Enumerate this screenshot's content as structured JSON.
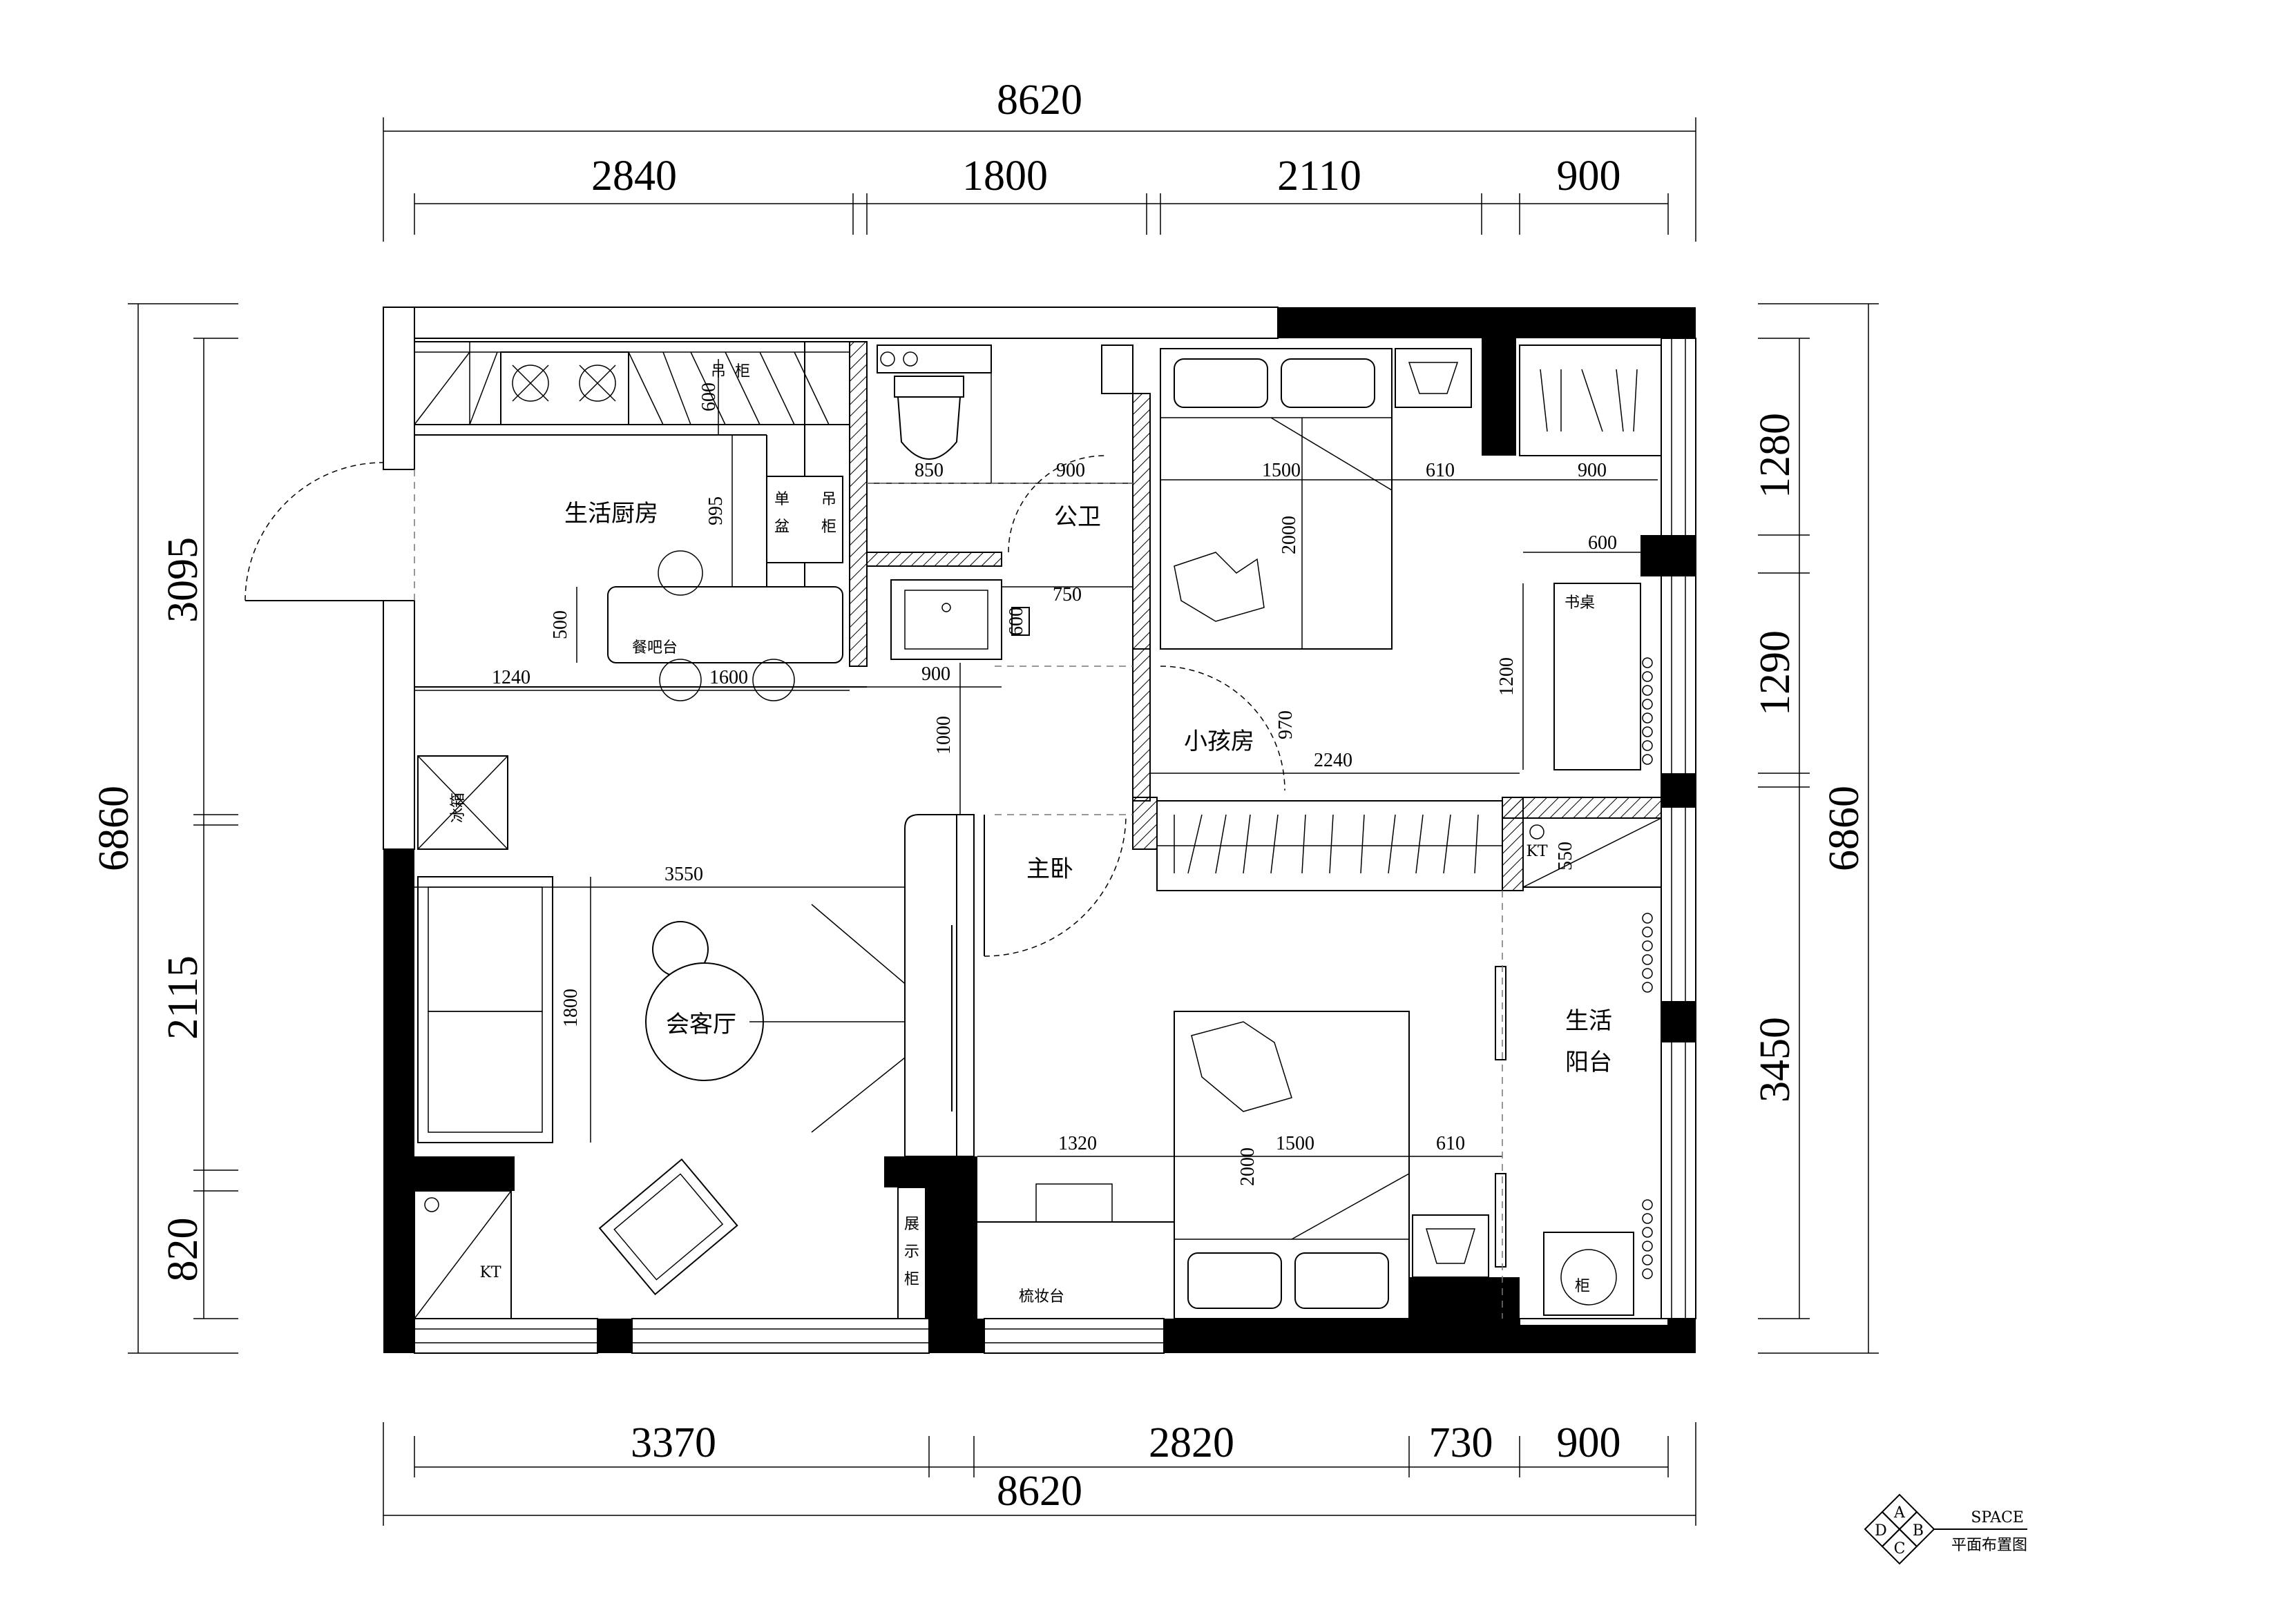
{
  "dims_top": {
    "total": "8620",
    "segments": [
      "2840",
      "1800",
      "2110",
      "900"
    ]
  },
  "dims_bottom": {
    "total": "8620",
    "segments": [
      "3370",
      "2820",
      "730",
      "900"
    ]
  },
  "dims_left": {
    "total": "6860",
    "segments": [
      "3095",
      "2115",
      "820"
    ]
  },
  "dims_right": {
    "total": "6860",
    "segments": [
      "1280",
      "1290",
      "3450"
    ]
  },
  "rooms": {
    "kitchen": "生活厨房",
    "bathroom": "公卫",
    "kids_room": "小孩房",
    "master_bedroom": "主卧",
    "living_room": "会客厅",
    "balcony_line1": "生活",
    "balcony_line2": "阳台"
  },
  "labels": {
    "bar_counter": "餐吧台",
    "desk": "书桌",
    "dresser": "梳妆台",
    "kt_1": "KT",
    "kt_2": "KT",
    "sink_1": "单",
    "sink_2": "盆",
    "hanging_1": "吊",
    "hanging_2": "柜",
    "wall_cab_1": "吊",
    "wall_cab_2": "柜",
    "display_1": "展",
    "display_2": "示",
    "display_3": "柜",
    "fridge": "冰箱",
    "wash_cab": "柜"
  },
  "inner_dims": {
    "k600": "600",
    "k995": "995",
    "k500": "500",
    "k1240": "1240",
    "k1600": "1600",
    "b850": "850",
    "b900a": "900",
    "b750": "750",
    "b600": "600",
    "b900b": "900",
    "kid1500": "1500",
    "kid610": "610",
    "kid900": "900",
    "kid2000": "2000",
    "kid600": "600",
    "kid1200": "1200",
    "kid970": "970",
    "kid2240": "2240",
    "c1000": "1000",
    "c550": "550",
    "l3550": "3550",
    "l1800": "1800",
    "m1320": "1320",
    "m1500": "1500",
    "m610": "610",
    "m2000": "2000"
  },
  "title_block": {
    "space": "SPACE",
    "name": "平面布置图",
    "c1": "A",
    "c2": "B",
    "c3": "C",
    "c4": "D"
  }
}
